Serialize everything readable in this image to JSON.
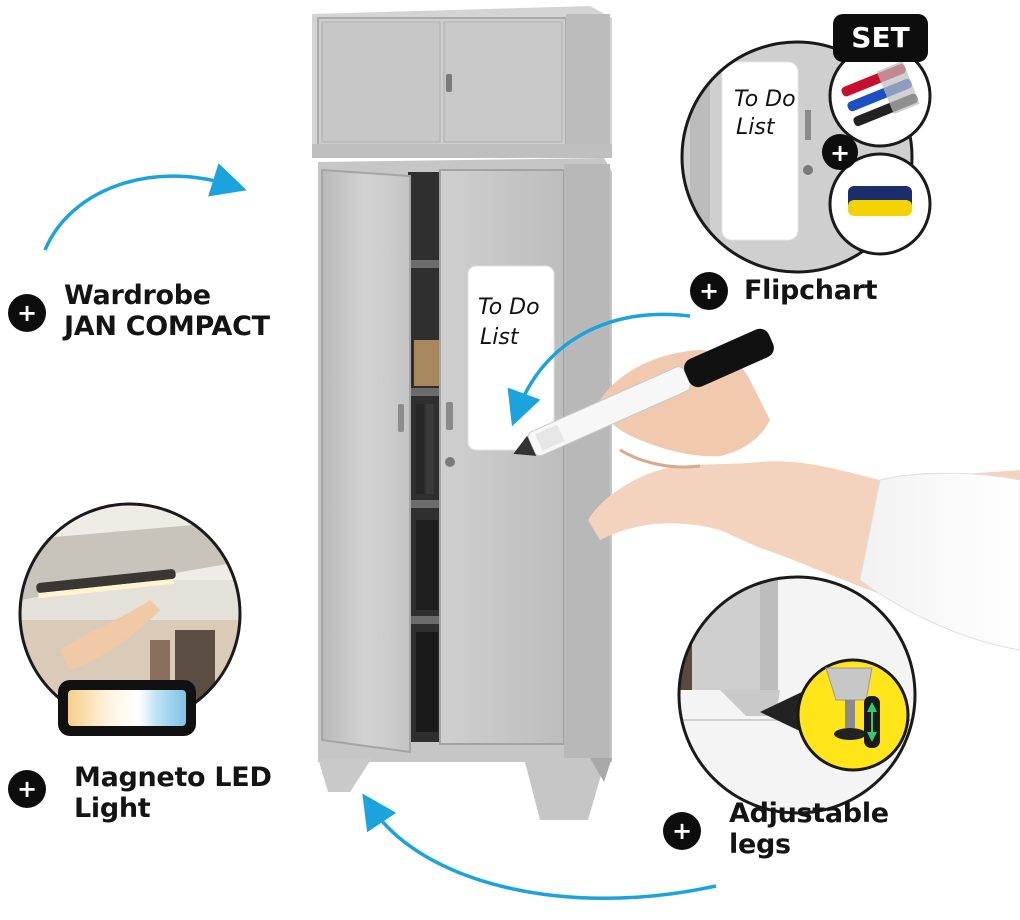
{
  "features": {
    "wardrobe": {
      "line1": "Wardrobe",
      "line2": "JAN COMPACT"
    },
    "flipchart": {
      "line1": "Flipchart"
    },
    "led": {
      "line1": "Magneto LED",
      "line2": "Light"
    },
    "legs": {
      "line1": "Adjustable",
      "line2": "legs"
    }
  },
  "badge": {
    "set": "SET"
  },
  "whiteboard": {
    "line1": "To Do",
    "line2": "List"
  },
  "colors": {
    "arrow": "#1ba3dd",
    "dark": "#0d0d0d",
    "cabinet": "#c9c9c9",
    "highlight": "#ffe51a"
  }
}
